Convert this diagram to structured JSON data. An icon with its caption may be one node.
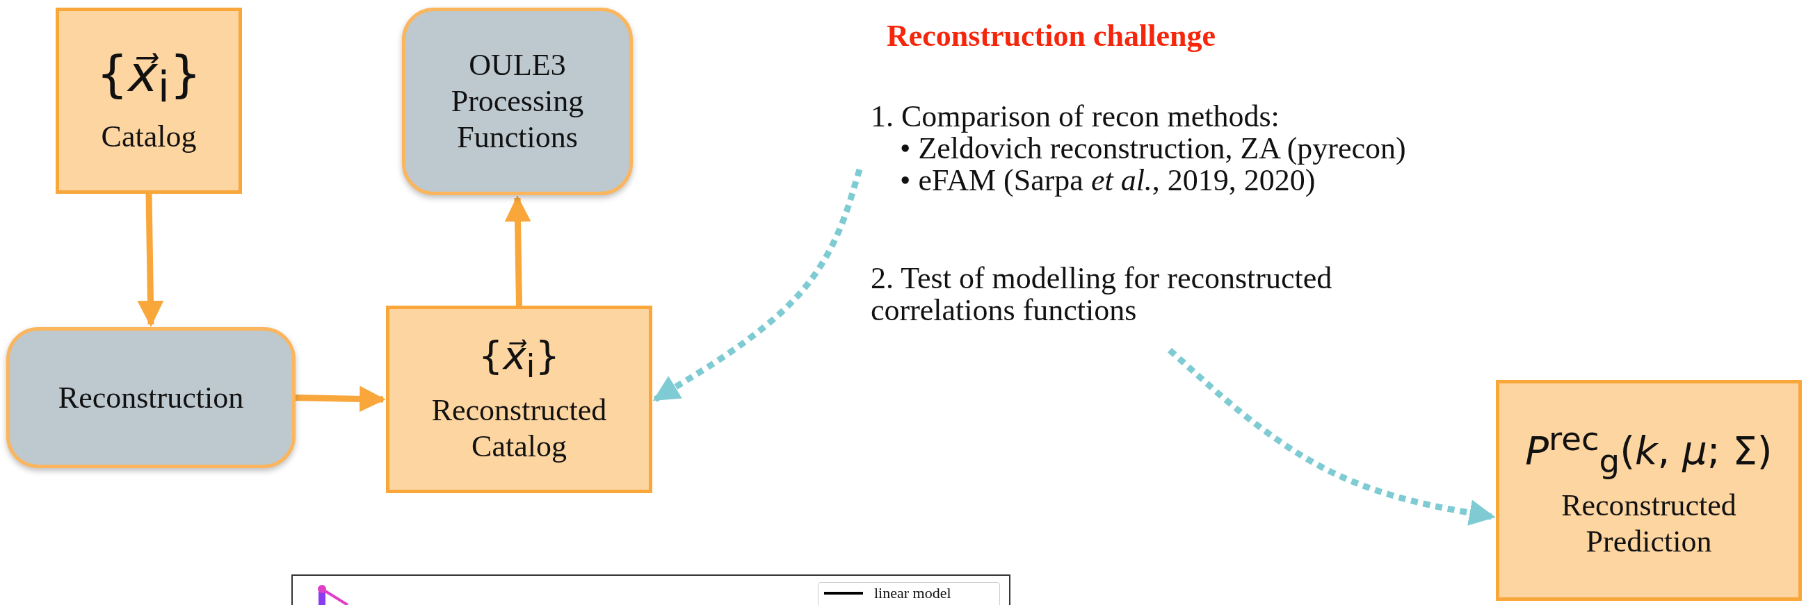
{
  "diagram": {
    "nodes": [
      {
        "text": [
          "{*x⃗*$_{i}$}",
          "Catalog"
        ]
      },
      {
        "text": [
          "OULE3 Processing Functions"
        ]
      },
      {
        "text": [
          "Reconstruction"
        ]
      },
      {
        "text": [
          "{*x⃗*$_{i}$}",
          "Reconstructed Catalog"
        ]
      },
      {
        "text": [
          "1. Comparison of recon methods:",
          "• Zeldovich reconstruction, ZA (pyrecon)",
          "• eFAM (Sarpa *et al.*, 2019, 2020)"
        ]
      },
      {
        "text": [
          "2. Test of modelling for reconstructed correlations functions"
        ]
      },
      {
        "text": [
          "*P*$^{rec}$$_{g}$(*k*, *μ*; Σ)",
          "Reconstructed Prediction"
        ]
      }
    ],
    "edges": [
      {
        "from": 0,
        "to": 2,
        "arrow": "to"
      },
      {
        "from": 2,
        "to": 3,
        "arrow": "to"
      },
      {
        "from": 3,
        "to": 1,
        "arrow": "to"
      },
      {
        "from": 4,
        "to": 3,
        "arrow": "to",
        "style": "dashed",
        "color": "#7ecbd3"
      },
      {
        "from": 5,
        "to": 6,
        "arrow": "to",
        "style": "dashed",
        "color": "#7ecbd3"
      }
    ],
    "labels": [
      "Reconstruction challenge"
    ],
    "legend": [
      {
        "text": "linear model"
      }
    ]
  }
}
